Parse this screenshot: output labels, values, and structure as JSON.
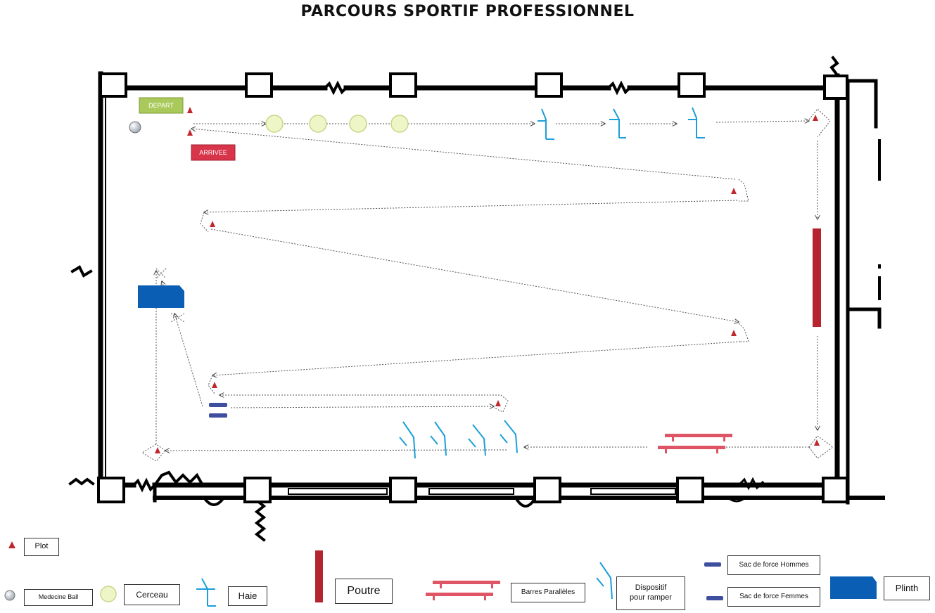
{
  "title": "PARCOURS SPORTIF PROFESSIONNEL",
  "markers": {
    "start": "DEPART",
    "finish": "ARRIVEE"
  },
  "legend": {
    "plot": "Plot",
    "medecine_ball": "Medecine Ball",
    "cerceau": "Cerceau",
    "haie": "Haie",
    "poutre": "Poutre",
    "barres_paralleles": "Barres Parallèles",
    "dispositif_line1": "Dispositif",
    "dispositif_line2": "pour ramper",
    "sac_hommes": "Sac de force Hommes",
    "sac_femmes": "Sac de force Femmes",
    "plinth": "Plinth"
  },
  "colors": {
    "wall": "#000000",
    "plot": "#c0272d",
    "depart": "#a9c95a",
    "arrivee": "#d8344a",
    "poutre": "#b5242f",
    "barres": "#e05565",
    "haie": "#1a9fd8",
    "sac": "#3f4fa0",
    "plinth": "#0a5fb4",
    "cerceau": "#e9f2b9",
    "path": "#555555"
  }
}
